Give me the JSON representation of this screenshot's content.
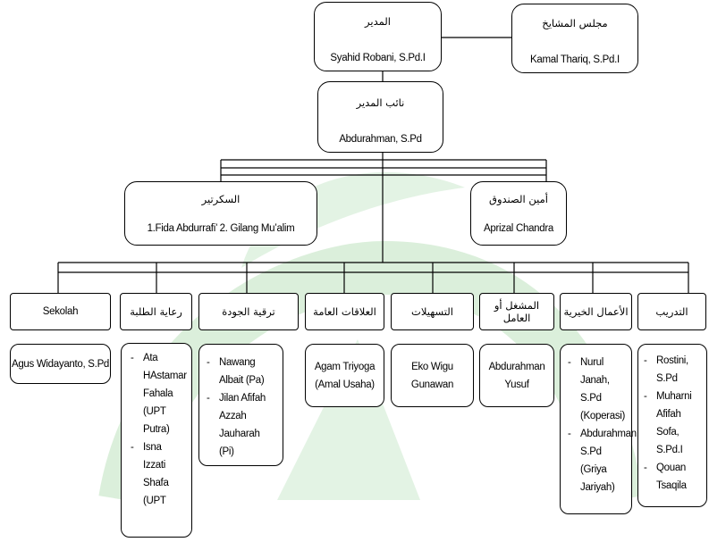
{
  "watermark": {
    "color": "#c9e8cd"
  },
  "director": {
    "title": "المدير",
    "name": "Syahid Robani, S.Pd.I"
  },
  "council": {
    "title": "مجلس المشايخ",
    "name": "Kamal Thariq, S.Pd.I"
  },
  "vice_director": {
    "title": "نائب المدير",
    "name": "Abdurahman, S.Pd"
  },
  "secretary": {
    "title": "السكرتير",
    "name": "1.Fida Abdurrafi’  2. Gilang Mu’alim"
  },
  "treasurer": {
    "title": "أمين الصندوق",
    "name": "Aprizal Chandra"
  },
  "divisions": [
    {
      "title": "Sekolah",
      "members": [
        "Agus Widayanto, S.Pd"
      ]
    },
    {
      "title": "رعاية الطلبة",
      "members": [
        "Ata HAstamar Fahala (UPT Putra)",
        "Isna Izzati Shafa (UPT"
      ]
    },
    {
      "title": "ترقية الجودة",
      "members": [
        "Nawang Albait (Pa)",
        "Jilan Afifah Azzah Jauharah (Pi)"
      ]
    },
    {
      "title": "العلاقات العامة",
      "members": [
        "Agam Triyoga (Amal Usaha)"
      ]
    },
    {
      "title": "التسهيلات",
      "members": [
        "Eko Wigu Gunawan"
      ]
    },
    {
      "title": "المشغل أو العامل",
      "members": [
        "Abdurahman Yusuf"
      ]
    },
    {
      "title": "الأعمال الخيرية",
      "members": [
        "Nurul Janah, S.Pd (Koperasi)",
        "Abdurahman, S.Pd (Griya Jariyah)"
      ]
    },
    {
      "title": "التدريب",
      "members": [
        "Rostini, S.Pd",
        "Muharni Afifah Sofa, S.Pd.I",
        "Qouan Tsaqila"
      ]
    }
  ]
}
